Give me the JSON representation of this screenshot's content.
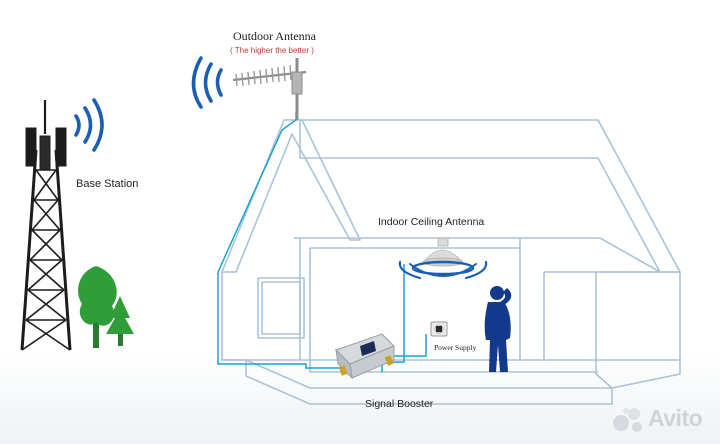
{
  "labels": {
    "outdoor_antenna": "Outdoor Antenna",
    "outdoor_hint": "( The higher the better )",
    "base_station": "Base Station",
    "indoor_antenna": "Indoor Ceiling Antenna",
    "power_supply": "Power Supply",
    "signal_booster": "Signal Booster"
  },
  "watermark": {
    "text": "Avito"
  },
  "colors": {
    "house_outline": "#a9c3d9",
    "cable": "#1aa3d3",
    "signal_waves": "#1a5fb4",
    "tower": "#1c1c1c",
    "trees": "#2f9e39",
    "person": "#13398c",
    "label_red": "#c0392b"
  },
  "icons": {
    "tower": "cell-tower-icon",
    "signal": "wifi-waves-icon",
    "antenna": "yagi-antenna-icon",
    "ceiling_antenna": "ceiling-antenna-icon",
    "booster": "signal-booster-device-icon",
    "power": "power-outlet-icon",
    "person": "person-on-phone-icon",
    "tree": "tree-icon"
  }
}
